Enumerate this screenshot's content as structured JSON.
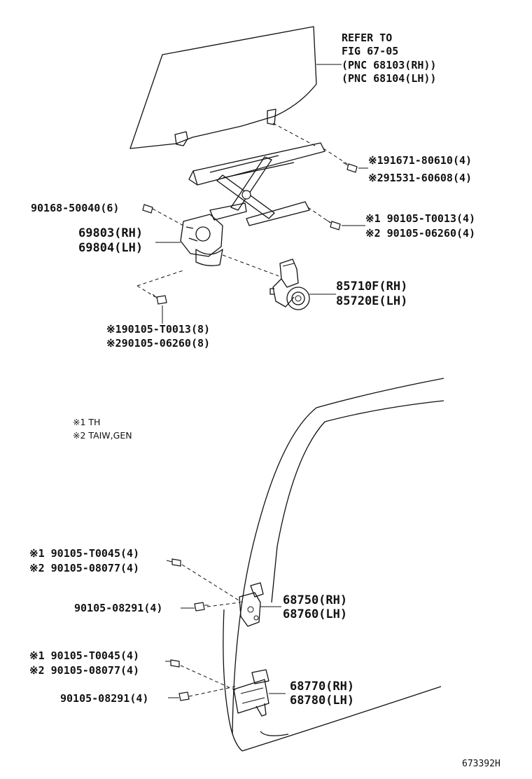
{
  "refer": {
    "line1": "REFER TO",
    "line2": "FIG 67-05",
    "line3": "(PNC 68103(RH))",
    "line4": "(PNC 68104(LH))"
  },
  "labels": {
    "bolt_top_r1": "※191671-80610(4)",
    "bolt_top_r2": "※291531-60608(4)",
    "bolt_left": "90168-50040(6)",
    "bolt_mid_r1": "※1 90105-T0013(4)",
    "bolt_mid_r2": "※2 90105-06260(4)",
    "regulator_rh": "69803(RH)",
    "regulator_lh": "69804(LH)",
    "motor_rh": "85710F(RH)",
    "motor_lh": "85720E(LH)",
    "bolt_low_1": "※190105-T0013(8)",
    "bolt_low_2": "※290105-06260(8)",
    "hinge_up_bolt1": "※1 90105-T0045(4)",
    "hinge_up_bolt2": "※2 90105-08077(4)",
    "hinge_up_bolt3": "90105-08291(4)",
    "hinge_up_rh": "68750(RH)",
    "hinge_up_lh": "68760(LH)",
    "hinge_low_bolt1": "※1 90105-T0045(4)",
    "hinge_low_bolt2": "※2 90105-08077(4)",
    "hinge_low_bolt3": "90105-08291(4)",
    "hinge_low_rh": "68770(RH)",
    "hinge_low_lh": "68780(LH)"
  },
  "notes": {
    "note1": "※1 TH",
    "note2": "※2 TAIW,GEN"
  },
  "figure_code": "673392H"
}
